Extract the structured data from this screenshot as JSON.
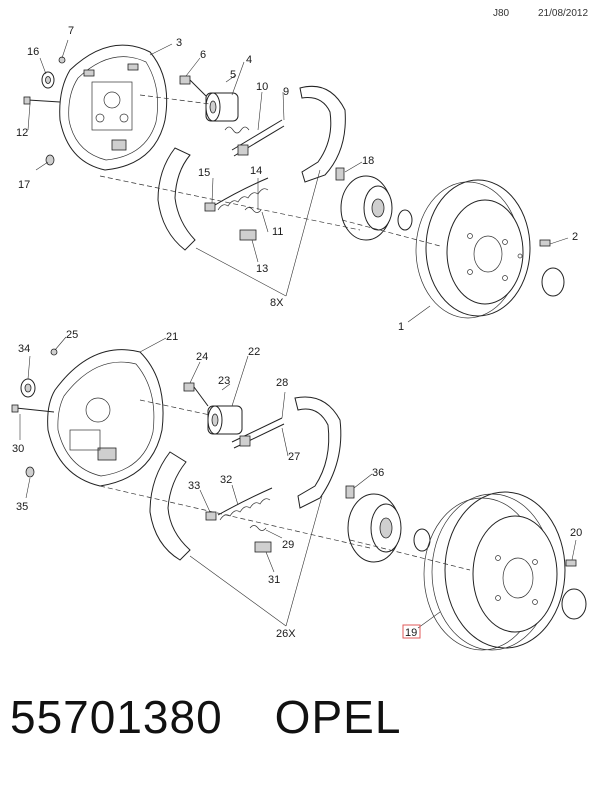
{
  "header": {
    "code": "J80",
    "date": "21/08/2012"
  },
  "callouts": {
    "c1": "1",
    "c2": "2",
    "c3": "3",
    "c4": "4",
    "c5": "5",
    "c6": "6",
    "c7": "7",
    "c8x": "8X",
    "c9": "9",
    "c10": "10",
    "c11": "11",
    "c12": "12",
    "c13": "13",
    "c14": "14",
    "c15": "15",
    "c16": "16",
    "c17": "17",
    "c18": "18",
    "c19": "19",
    "c20": "20",
    "c21": "21",
    "c22": "22",
    "c23": "23",
    "c24": "24",
    "c25": "25",
    "c26x": "26X",
    "c27": "27",
    "c28": "28",
    "c29": "29",
    "c30": "30",
    "c31": "31",
    "c32": "32",
    "c33": "33",
    "c34": "34",
    "c35": "35",
    "c36": "36"
  },
  "highlight_color": "#e05a5a",
  "footer": {
    "part_number": "55701380",
    "brand": "OPEL"
  }
}
